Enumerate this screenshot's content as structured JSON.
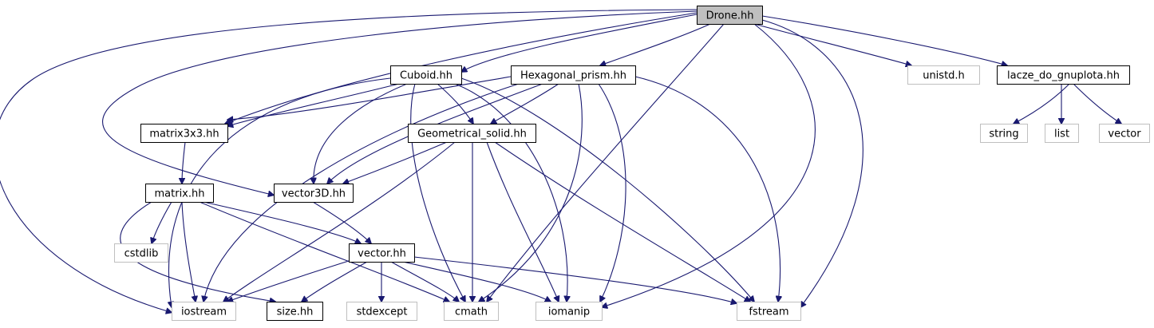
{
  "diagram": {
    "type": "include-dependency-graph",
    "colors": {
      "edge": "#191970",
      "root_fill": "#bfbfbf",
      "external_border": "#bfbfbf",
      "local_border": "#000000"
    },
    "nodes": [
      {
        "id": "drone",
        "label": "Drone.hh",
        "kind": "root"
      },
      {
        "id": "cuboid",
        "label": "Cuboid.hh",
        "kind": "local"
      },
      {
        "id": "hexprism",
        "label": "Hexagonal_prism.hh",
        "kind": "local"
      },
      {
        "id": "unistd",
        "label": "unistd.h",
        "kind": "external"
      },
      {
        "id": "lacze",
        "label": "lacze_do_gnuplota.hh",
        "kind": "local"
      },
      {
        "id": "matrix3x3",
        "label": "matrix3x3.hh",
        "kind": "local"
      },
      {
        "id": "geomsolid",
        "label": "Geometrical_solid.hh",
        "kind": "local"
      },
      {
        "id": "string",
        "label": "string",
        "kind": "external"
      },
      {
        "id": "list",
        "label": "list",
        "kind": "external"
      },
      {
        "id": "vectorstd",
        "label": "vector",
        "kind": "external"
      },
      {
        "id": "matrix",
        "label": "matrix.hh",
        "kind": "local"
      },
      {
        "id": "vector3d",
        "label": "vector3D.hh",
        "kind": "local"
      },
      {
        "id": "cstdlib",
        "label": "cstdlib",
        "kind": "external"
      },
      {
        "id": "vectorhh",
        "label": "vector.hh",
        "kind": "local"
      },
      {
        "id": "iostream",
        "label": "iostream",
        "kind": "external"
      },
      {
        "id": "sizehh",
        "label": "size.hh",
        "kind": "local"
      },
      {
        "id": "stdexcept",
        "label": "stdexcept",
        "kind": "external"
      },
      {
        "id": "cmath",
        "label": "cmath",
        "kind": "external"
      },
      {
        "id": "iomanip",
        "label": "iomanip",
        "kind": "external"
      },
      {
        "id": "fstream",
        "label": "fstream",
        "kind": "external"
      }
    ],
    "edges": [
      [
        "drone",
        "cuboid"
      ],
      [
        "drone",
        "hexprism"
      ],
      [
        "drone",
        "unistd"
      ],
      [
        "drone",
        "lacze"
      ],
      [
        "drone",
        "matrix3x3"
      ],
      [
        "drone",
        "vector3d"
      ],
      [
        "drone",
        "iostream"
      ],
      [
        "drone",
        "cmath"
      ],
      [
        "drone",
        "iomanip"
      ],
      [
        "drone",
        "fstream"
      ],
      [
        "cuboid",
        "matrix3x3"
      ],
      [
        "cuboid",
        "geomsolid"
      ],
      [
        "cuboid",
        "vector3d"
      ],
      [
        "cuboid",
        "iostream"
      ],
      [
        "cuboid",
        "cmath"
      ],
      [
        "cuboid",
        "iomanip"
      ],
      [
        "cuboid",
        "fstream"
      ],
      [
        "hexprism",
        "matrix3x3"
      ],
      [
        "hexprism",
        "geomsolid"
      ],
      [
        "hexprism",
        "vector3d"
      ],
      [
        "hexprism",
        "iostream"
      ],
      [
        "hexprism",
        "cmath"
      ],
      [
        "hexprism",
        "iomanip"
      ],
      [
        "hexprism",
        "fstream"
      ],
      [
        "lacze",
        "string"
      ],
      [
        "lacze",
        "list"
      ],
      [
        "lacze",
        "vectorstd"
      ],
      [
        "matrix3x3",
        "matrix"
      ],
      [
        "geomsolid",
        "vector3d"
      ],
      [
        "geomsolid",
        "iostream"
      ],
      [
        "geomsolid",
        "cmath"
      ],
      [
        "geomsolid",
        "iomanip"
      ],
      [
        "geomsolid",
        "fstream"
      ],
      [
        "matrix",
        "vectorhh"
      ],
      [
        "matrix",
        "cstdlib"
      ],
      [
        "matrix",
        "iostream"
      ],
      [
        "matrix",
        "sizehh"
      ],
      [
        "matrix",
        "cmath"
      ],
      [
        "vector3d",
        "vectorhh"
      ],
      [
        "vectorhh",
        "iostream"
      ],
      [
        "vectorhh",
        "sizehh"
      ],
      [
        "vectorhh",
        "stdexcept"
      ],
      [
        "vectorhh",
        "cmath"
      ],
      [
        "vectorhh",
        "iomanip"
      ],
      [
        "vectorhh",
        "fstream"
      ]
    ]
  }
}
